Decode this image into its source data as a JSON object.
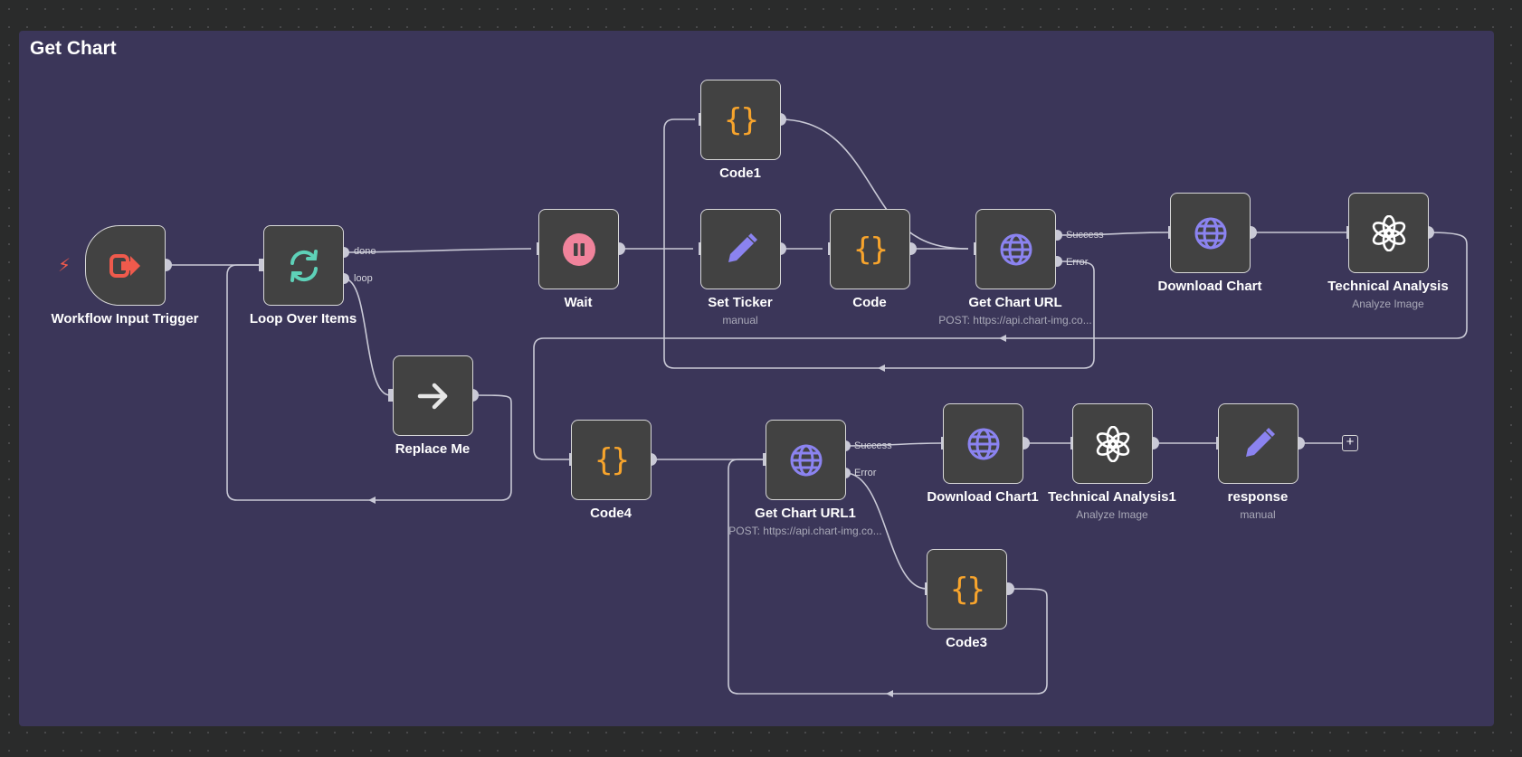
{
  "group": {
    "title": "Get Chart"
  },
  "nodes": {
    "workflow_input_trigger": {
      "label": "Workflow Input Trigger"
    },
    "loop_over_items": {
      "label": "Loop Over Items",
      "ports": {
        "done": "done",
        "loop": "loop"
      }
    },
    "replace_me": {
      "label": "Replace Me"
    },
    "wait": {
      "label": "Wait"
    },
    "code1": {
      "label": "Code1"
    },
    "set_ticker": {
      "label": "Set Ticker",
      "subtitle": "manual"
    },
    "code": {
      "label": "Code"
    },
    "get_chart_url": {
      "label": "Get Chart URL",
      "subtitle": "POST: https://api.chart-img.co...",
      "ports": {
        "success": "Success",
        "error": "Error"
      }
    },
    "download_chart": {
      "label": "Download Chart"
    },
    "technical_analysis": {
      "label": "Technical Analysis",
      "subtitle": "Analyze Image"
    },
    "code4": {
      "label": "Code4"
    },
    "get_chart_url1": {
      "label": "Get Chart URL1",
      "subtitle": "POST: https://api.chart-img.co...",
      "ports": {
        "success": "Success",
        "error": "Error"
      }
    },
    "download_chart1": {
      "label": "Download Chart1"
    },
    "technical_analysis1": {
      "label": "Technical Analysis1",
      "subtitle": "Analyze Image"
    },
    "response": {
      "label": "response",
      "subtitle": "manual"
    },
    "code3": {
      "label": "Code3"
    }
  },
  "add_button": {
    "label": "+"
  },
  "colors": {
    "canvas": "#2a2b2b",
    "group": "#3b3659",
    "node": "#424242",
    "edge": "#c9c9d6",
    "code_icon": "#f7a42c",
    "http_icon": "#8b83f0",
    "wait_icon": "#f0839b",
    "loop_icon": "#5ed1b8",
    "trigger_icon": "#ef5a4c"
  },
  "icons": {
    "workflow_input_trigger": "sign-out-icon",
    "loop_over_items": "sync-icon",
    "replace_me": "arrow-right-icon",
    "wait": "pause-circle-icon",
    "code": "braces-icon",
    "set_ticker": "pen-icon",
    "get_chart_url": "globe-icon",
    "technical_analysis": "openai-icon"
  }
}
